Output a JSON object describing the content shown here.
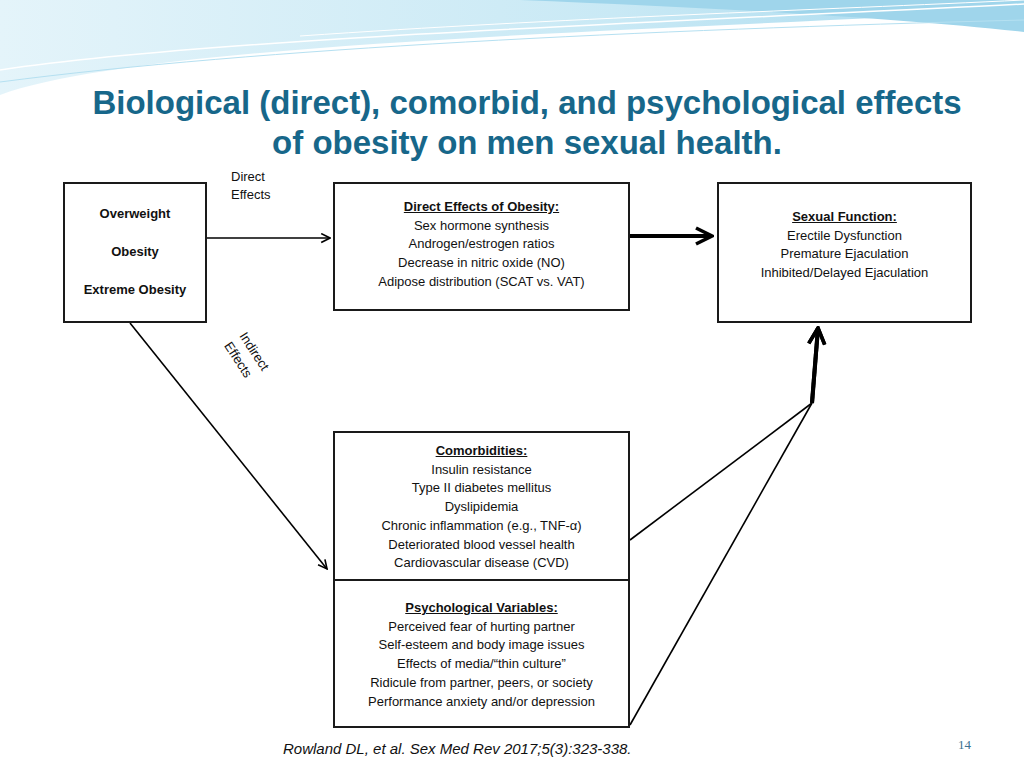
{
  "diagram": {
    "title": "Biological (direct), comorbid, and psychological effects of obesity on men sexual health.",
    "caption": "Rowland DL, et al. Sex Med Rev 2017;5(3):323-338.",
    "nodes": [
      {
        "text": [
          "Overweight",
          "Obesity",
          "Extreme Obesity"
        ]
      },
      {
        "text": [
          "Direct Effects of Obesity:",
          "Sex hormone synthesis",
          "Androgen/estrogen ratios",
          "Decrease in nitric oxide (NO)",
          "Adipose distribution (SCAT vs. VAT)"
        ]
      },
      {
        "text": [
          "Sexual Function:",
          "Erectile Dysfunction",
          "Premature Ejaculation",
          "Inhibited/Delayed Ejaculation"
        ]
      },
      {
        "text": [
          "Comorbidities:",
          "Insulin resistance",
          "Type II diabetes mellitus",
          "Dyslipidemia",
          "Chronic inflammation (e.g., TNF-α)",
          "Deteriorated blood vessel health",
          "Cardiovascular disease (CVD)"
        ]
      },
      {
        "text": [
          "Psychological Variables:",
          "Perceived fear of hurting partner",
          "Self-esteem and body image issues",
          "Effects of media/“thin culture”",
          "Ridicule from partner, peers, or society",
          "Performance anxiety and/or depression"
        ]
      }
    ],
    "edges": [
      {
        "from": 0,
        "to": 1,
        "arrow": "to",
        "label": "Direct Effects"
      },
      {
        "from": 1,
        "to": 2,
        "arrow": "to"
      },
      {
        "from": 0,
        "to": 3,
        "arrow": "to",
        "label": "Indirect Effects"
      },
      {
        "from": 3,
        "to": 2,
        "arrow": "to"
      },
      {
        "from": 4,
        "to": 2,
        "arrow": "to"
      }
    ],
    "labels": [
      "14"
    ]
  }
}
